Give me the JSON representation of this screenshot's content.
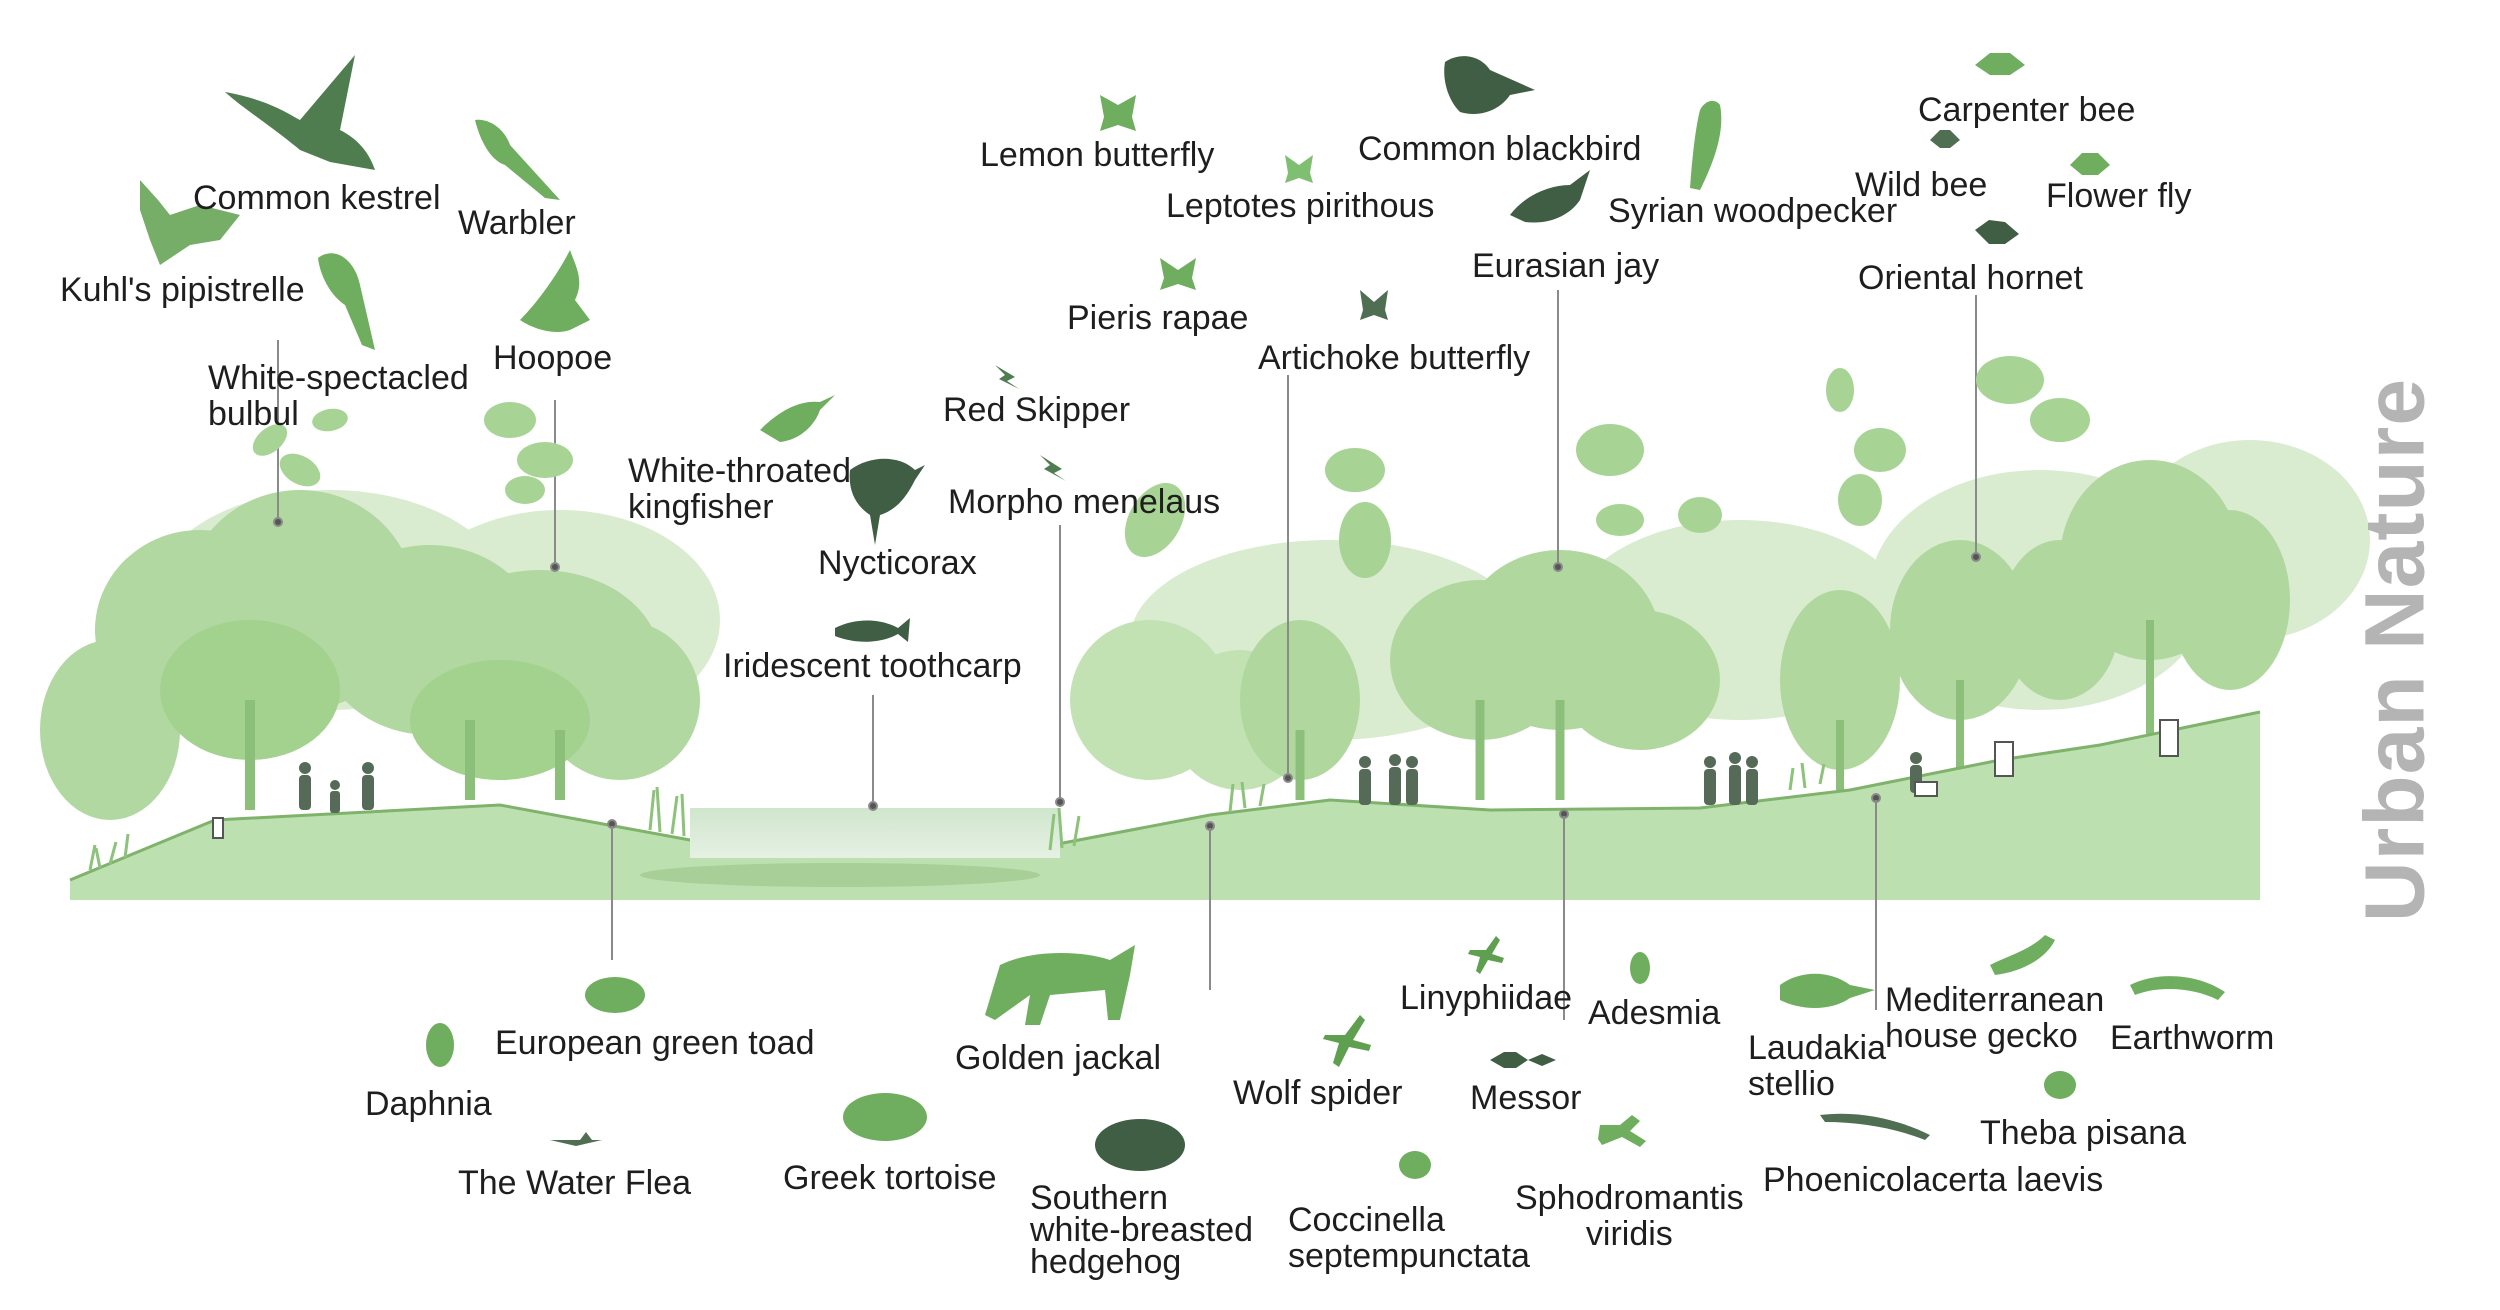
{
  "title": "Urban Nature",
  "colors": {
    "ground": "#b9dcab",
    "tree_light": "#c9e4bb",
    "tree_mid": "#a9d394",
    "tree_dark": "#8fc779",
    "animal": "#6fae5e",
    "animal_dark": "#3f5e44",
    "water": "#d7e9d6",
    "leader": "#8a8a8a",
    "title": "#b4b4b4"
  },
  "species_above": {
    "common_kestrel": "Common kestrel",
    "kuhls_pipistrelle": "Kuhl's pipistrelle",
    "warbler": "Warbler",
    "hoopoe": "Hoopoe",
    "white_spectacled_bulbul": [
      "White-spectacled",
      "bulbul"
    ],
    "white_throated_kingfisher": [
      "White-throated",
      "kingfisher"
    ],
    "nycticorax": "Nycticorax",
    "iridescent_toothcarp": "Iridescent toothcarp",
    "red_skipper": "Red Skipper",
    "morpho_menelaus": "Morpho menelaus",
    "lemon_butterfly": "Lemon butterfly",
    "leptotes_pirithous": "Leptotes pirithous",
    "pieris_rapae": "Pieris rapae",
    "artichoke_butterfly": "Artichoke butterfly",
    "common_blackbird": "Common blackbird",
    "syrian_woodpecker": "Syrian woodpecker",
    "eurasian_jay": "Eurasian jay",
    "carpenter_bee": "Carpenter bee",
    "wild_bee": "Wild bee",
    "flower_fly": "Flower fly",
    "oriental_hornet": "Oriental hornet"
  },
  "species_below": {
    "european_green_toad": "European green toad",
    "daphnia": "Daphnia",
    "the_water_flea": "The Water Flea",
    "greek_tortoise": "Greek tortoise",
    "golden_jackal": "Golden jackal",
    "southern_hedgehog": [
      "Southern",
      "white-breasted",
      "hedgehog"
    ],
    "wolf_spider": "Wolf spider",
    "linyphiidae": "Linyphiidae",
    "adesmia": "Adesmia",
    "messor": "Messor",
    "coccinella": [
      "Coccinella",
      "septempunctata"
    ],
    "sphodromantis": [
      "Sphodromantis",
      "viridis"
    ],
    "laudakia_stellio": [
      "Laudakia",
      "stellio"
    ],
    "mediterranean_house_gecko": [
      "Mediterranean",
      "house gecko"
    ],
    "earthworm": "Earthworm",
    "theba_pisana": "Theba pisana",
    "phoenicolacerta_laevis": "Phoenicolacerta laevis"
  }
}
